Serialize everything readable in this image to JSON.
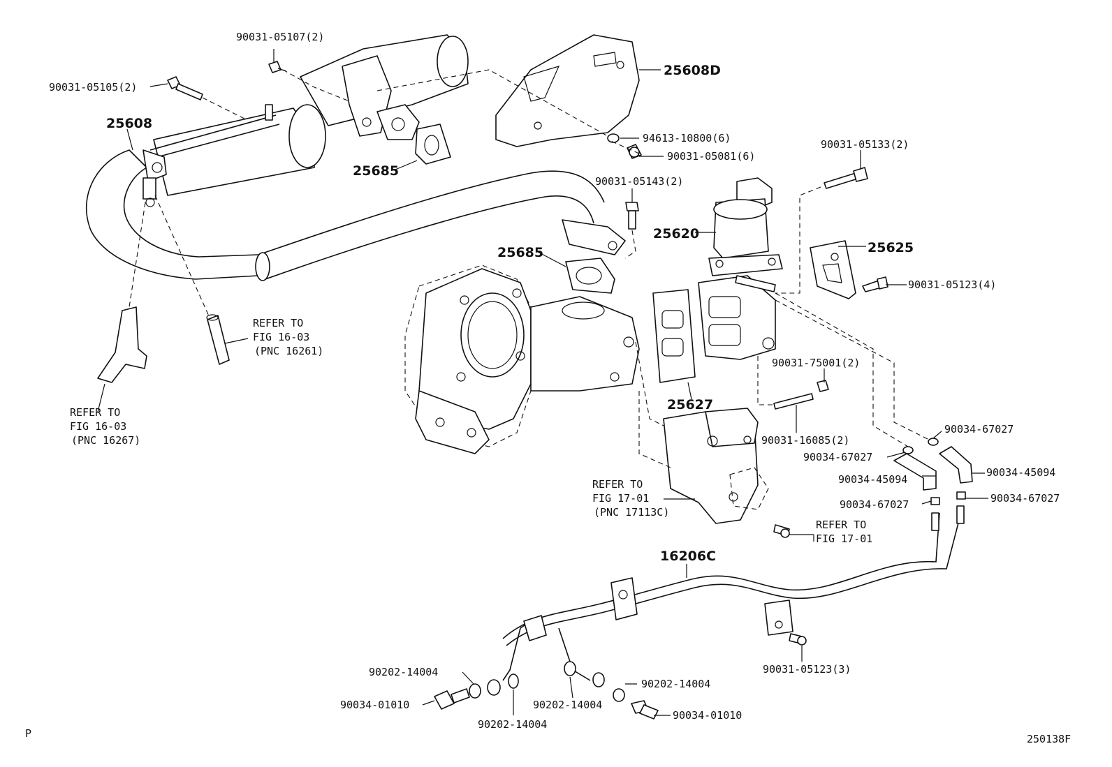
{
  "labels": {
    "l01": "90031-05107(2)",
    "l02": "90031-05105(2)",
    "l03": "25608",
    "l04": "25608D",
    "l05": "94613-10800(6)",
    "l06": "90031-05081(6)",
    "l07": "25685",
    "l08": "90031-05133(2)",
    "l09": "90031-05143(2)",
    "l10": "25620",
    "l11": "25685",
    "l12": "25625",
    "l13": "90031-05123(4)",
    "l14": "90031-75001(2)",
    "l15": "25627",
    "l16": "90031-16085(2)",
    "l17": "90034-67027",
    "l18": "90034-67027",
    "l19": "90034-45094",
    "l20": "90034-45094",
    "l21": "90034-67027",
    "l22": "90034-67027",
    "l23": "16206C",
    "l24": "90031-05123(3)",
    "l25": "90202-14004",
    "l26": "90034-01010",
    "l27": "90202-14004",
    "l28": "90202-14004",
    "l29": "90202-14004",
    "l30": "90034-01010"
  },
  "refs": {
    "r1": [
      "REFER TO",
      "FIG 16-03",
      "(PNC 16261)"
    ],
    "r2": [
      "REFER TO",
      "FIG 16-03",
      "(PNC 16267)"
    ],
    "r3": [
      "REFER TO",
      "FIG 17-01",
      "(PNC 17113C)"
    ],
    "r4": [
      "REFER TO",
      "FIG 17-01"
    ]
  },
  "corner_left": "P",
  "corner_right": "250138F"
}
